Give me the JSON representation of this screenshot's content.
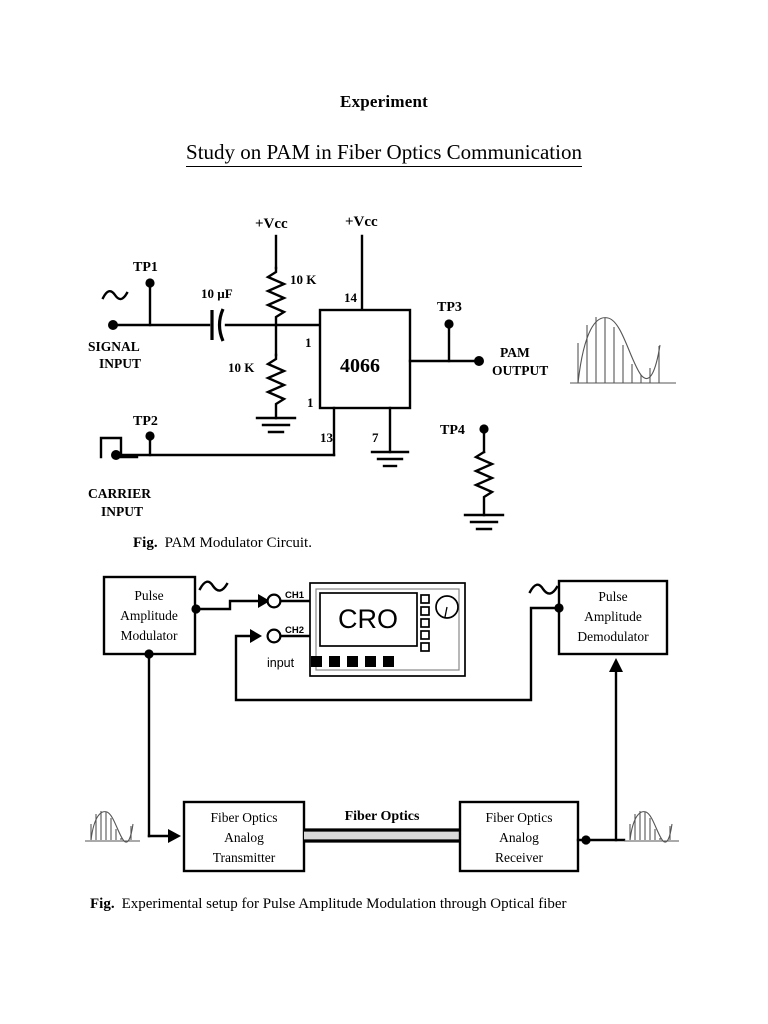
{
  "document": {
    "experiment_heading": "Experiment",
    "study_title": "Study on PAM in Fiber Optics Communication"
  },
  "figure1": {
    "caption_label": "Fig.",
    "caption_text": "PAM Modulator Circuit.",
    "ic": {
      "part_number": "4066",
      "pins": {
        "vcc": "14",
        "ground": "7",
        "control": "13",
        "in": "1",
        "in2": "1"
      }
    },
    "supply_label_left": "+Vcc",
    "supply_label_right": "+Vcc",
    "components": {
      "capacitor": "10 µF",
      "resistor_pullup": "10 K",
      "resistor_pulldown": "10 K"
    },
    "test_points": [
      "TP1",
      "TP2",
      "TP3",
      "TP4"
    ],
    "signal_input_line1": "SIGNAL",
    "signal_input_line2": "INPUT",
    "carrier_input_line1": "CARRIER",
    "carrier_input_line2": "INPUT",
    "pam_output_line1": "PAM",
    "pam_output_line2": "OUTPUT"
  },
  "figure2": {
    "caption_label": "Fig.",
    "caption_text": "Experimental setup for Pulse Amplitude Modulation through Optical fiber",
    "modulator": [
      "Pulse",
      "Amplitude",
      "Modulator"
    ],
    "demodulator": [
      "Pulse",
      "Amplitude",
      "Demodulator"
    ],
    "cro": {
      "screen_label": "CRO",
      "ch1": "CH1",
      "ch2": "CH2",
      "input_label": "input"
    },
    "transmitter": [
      "Fiber Optics",
      "Analog",
      "Transmitter"
    ],
    "receiver": [
      "Fiber Optics",
      "Analog",
      "Receiver"
    ],
    "fiber_label": "Fiber Optics"
  },
  "colors": {
    "ink": "#000000",
    "paper": "#ffffff",
    "waveform": "#555555"
  }
}
